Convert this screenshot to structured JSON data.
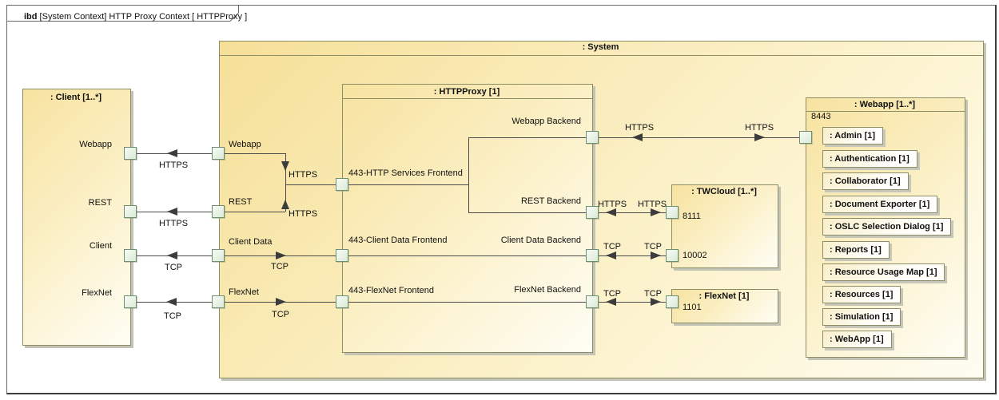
{
  "tab": {
    "keyword": "ibd",
    "text": " [System Context] HTTP Proxy Context [ HTTPProxy ]"
  },
  "blocks": {
    "system": {
      "title": ": System"
    },
    "client": {
      "title": ": Client [1..*]"
    },
    "httpproxy": {
      "title": ": HTTPProxy [1]"
    },
    "twcloud": {
      "title": ": TWCloud [1..*]"
    },
    "flexnet": {
      "title": ": FlexNet [1]"
    },
    "webapp": {
      "title": ": Webapp [1..*]"
    }
  },
  "ports": {
    "client": {
      "webapp": "Webapp",
      "rest": "REST",
      "client": "Client",
      "flexnet": "FlexNet"
    },
    "system": {
      "webapp": "Webapp",
      "rest": "REST",
      "client_data": "Client Data",
      "flexnet": "FlexNet"
    },
    "httpproxy_front": {
      "http": "443-HTTP Services Frontend",
      "client_data": "443-Client Data Frontend",
      "flexnet": "443-FlexNet Frontend"
    },
    "httpproxy_back": {
      "webapp": "Webapp Backend",
      "rest": "REST Backend",
      "client_data": "Client Data Backend",
      "flexnet": "FlexNet Backend"
    },
    "twcloud": {
      "https": "8111",
      "tcp": "10002"
    },
    "flexnet": {
      "tcp": "1101"
    },
    "webapp": {
      "https": "8443"
    }
  },
  "webapp_parts": [
    ": Admin [1]",
    ": Authentication [1]",
    ": Collaborator [1]",
    ": Document Exporter [1]",
    ": OSLC Selection Dialog [1]",
    ": Reports [1]",
    ": Resource Usage Map [1]",
    ": Resources [1]",
    ": Simulation [1]",
    ": WebApp [1]"
  ],
  "flow_labels": {
    "https": "HTTPS",
    "tcp": "TCP"
  },
  "colors": {
    "block_yellow": "#f6e098",
    "block_pale": "#fdf6d8",
    "block_border": "#8e8e66",
    "port_fill": "#e3efe0",
    "port_border": "#6f906f",
    "connector": "#4a4a4a",
    "frame_border": "#3c3c3c"
  }
}
